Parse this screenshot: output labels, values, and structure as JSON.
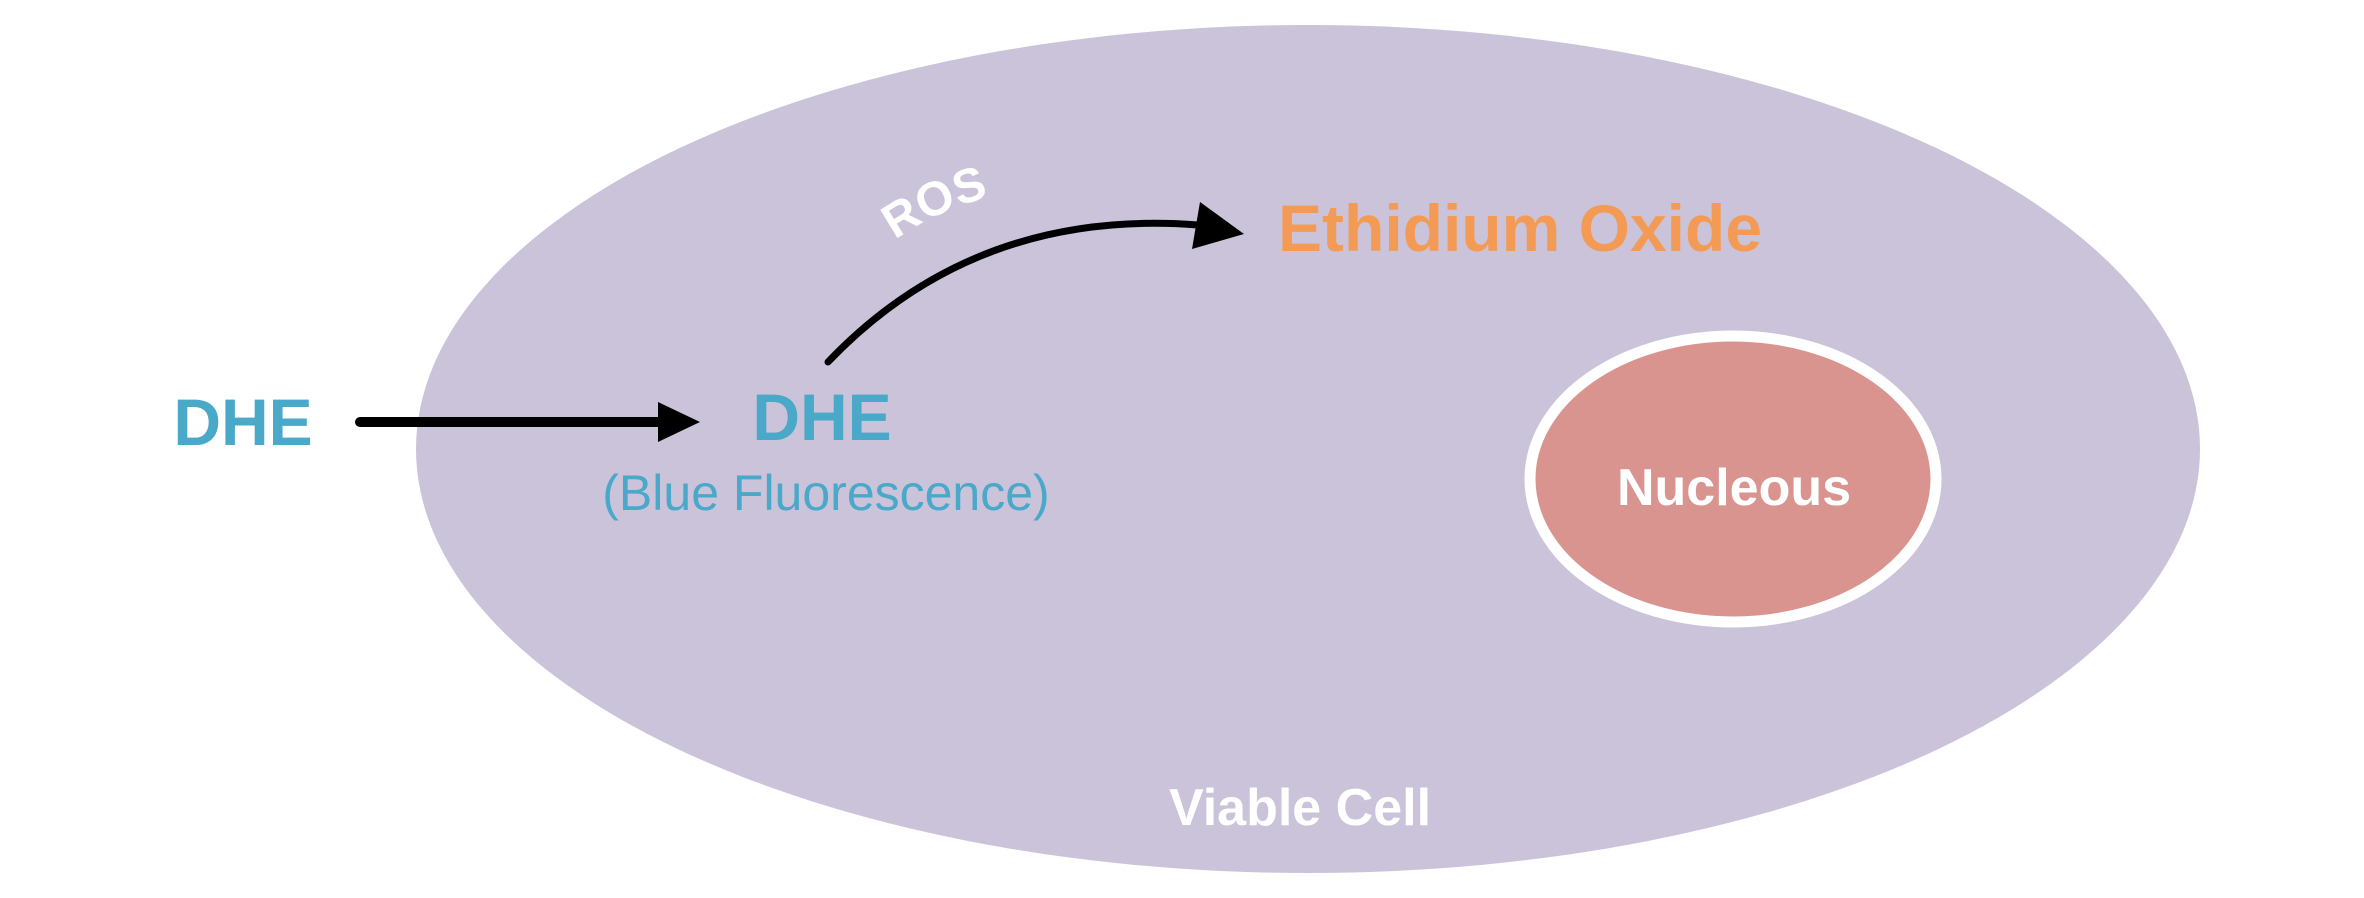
{
  "labels": {
    "outside_molecule": "DHE",
    "inside_molecule": "DHE",
    "inside_note": "(Blue Fluorescence)",
    "reaction_agent": "ROS",
    "product": "Ethidium Oxide",
    "organelle": "Nucleous",
    "cell": "Viable Cell"
  },
  "colors": {
    "cell_fill": "#cbc3da",
    "nucleus_fill": "#d99490",
    "nucleus_outline": "#ffffff",
    "dhe_text": "#4aa8c8",
    "product_text": "#f39b55",
    "white_text": "#ffffff",
    "arrow": "#000000"
  }
}
